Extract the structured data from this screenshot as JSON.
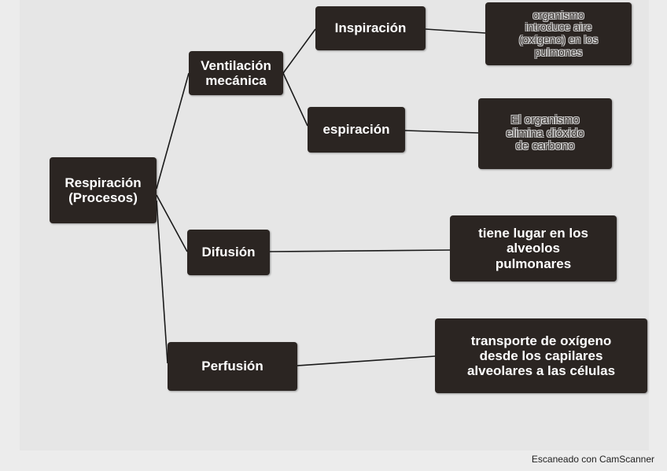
{
  "root": {
    "label_line1": "Respiración",
    "label_line2": "(Procesos)"
  },
  "branches": {
    "ventilacion": {
      "label_line1": "Ventilación",
      "label_line2": "mecánica"
    },
    "difusion": {
      "label": "Difusión"
    },
    "perfusion": {
      "label": "Perfusión"
    }
  },
  "sub": {
    "inspiracion": {
      "label": "Inspiración"
    },
    "espiracion": {
      "label": "espiración"
    }
  },
  "leaves": {
    "inspiracion_desc": [
      "organismo",
      "introduce aire",
      "(oxígeno) en los",
      "pulmones"
    ],
    "espiracion_desc": [
      "El organismo",
      "elimina dióxido",
      "de carbono"
    ],
    "difusion_desc": [
      "tiene lugar en los",
      "alveolos",
      "pulmonares"
    ],
    "perfusion_desc": [
      "transporte de oxígeno",
      "desde los capilares",
      "alveolares a las células"
    ]
  },
  "footer": {
    "text": "Escaneado con CamScanner"
  },
  "colors": {
    "node": "#2b2522",
    "background": "#e6e6e6",
    "line": "#1a1a1a"
  }
}
